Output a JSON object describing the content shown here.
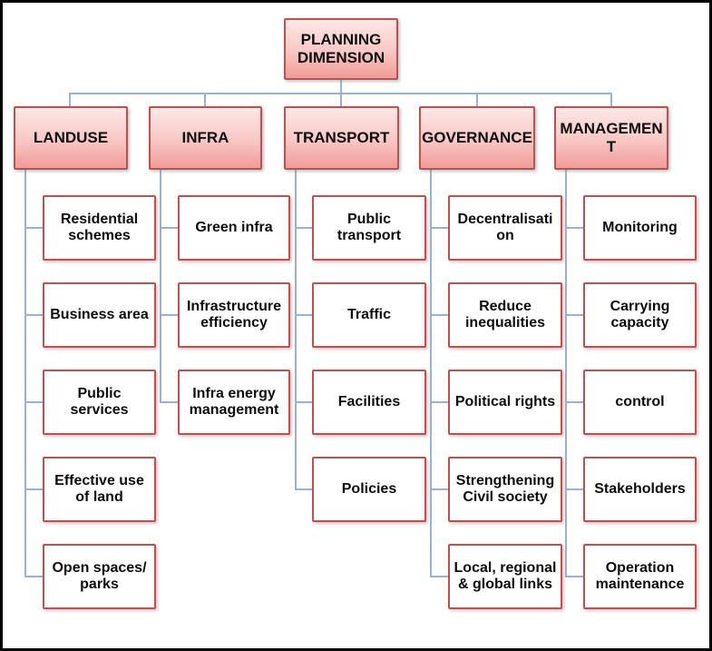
{
  "diagram": {
    "root": {
      "label": "PLANNING DIMENSION"
    },
    "branches": [
      {
        "label": "LANDUSE",
        "children": [
          "Residential schemes",
          "Business area",
          "Public services",
          "Effective use of land",
          "Open spaces/ parks"
        ]
      },
      {
        "label": "INFRA",
        "children": [
          "Green infra",
          "Infrastructure efficiency",
          "Infra energy management"
        ]
      },
      {
        "label": "TRANSPORT",
        "children": [
          "Public transport",
          "Traffic",
          "Facilities",
          "Policies"
        ]
      },
      {
        "label": "GOVERNANCE",
        "children": [
          "Decentralisation",
          "Reduce inequalities",
          "Political rights",
          "Strengthening Civil society",
          "Local, regional & global links"
        ]
      },
      {
        "label": "MANAGEMENT",
        "children": [
          "Monitoring",
          "Carrying capacity",
          "control",
          "Stakeholders",
          "Operation maintenance"
        ]
      }
    ],
    "colors": {
      "node_border": "#c0504d",
      "header_fill_top": "#fce8e7",
      "header_fill_mid": "#f8c7c4",
      "header_fill_bottom": "#f19c98",
      "child_fill": "#ffffff",
      "connector": "#95b3d7",
      "frame": "#000000",
      "text": "#0d0d0d"
    }
  }
}
